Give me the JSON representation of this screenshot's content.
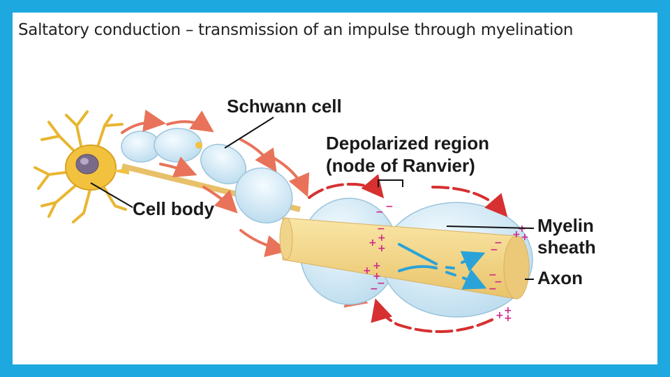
{
  "slide": {
    "title": "Saltatory conduction – transmission of an impulse through myelination"
  },
  "labels": {
    "schwann_cell": "Schwann cell",
    "depolarized_region_line1": "Depolarized region",
    "depolarized_region_line2": "(node of Ranvier)",
    "cell_body": "Cell body",
    "myelin_line1": "Myelin",
    "myelin_line2": "sheath",
    "axon": "Axon"
  },
  "colors": {
    "frame": "#1ea8e0",
    "axon": "#f5d98a",
    "myelin": "#d8ecf7",
    "current_arrows": "#e8735a",
    "signal_arrows": "#2aa3d8",
    "charges": "#d0268a"
  }
}
